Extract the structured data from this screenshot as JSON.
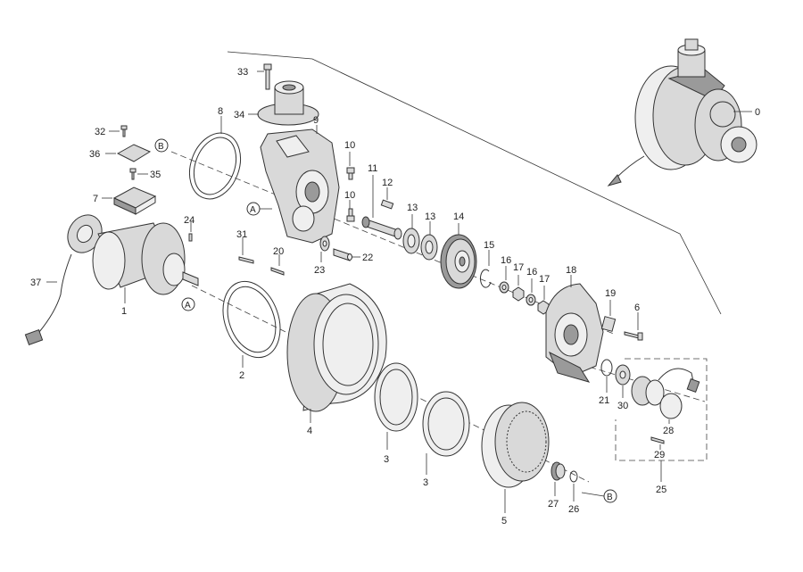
{
  "diagram": {
    "parts": [
      {
        "id": "p0",
        "label": "0"
      },
      {
        "id": "p1",
        "label": "1"
      },
      {
        "id": "p2",
        "label": "2"
      },
      {
        "id": "p3a",
        "label": "3"
      },
      {
        "id": "p3b",
        "label": "3"
      },
      {
        "id": "p4",
        "label": "4"
      },
      {
        "id": "p5",
        "label": "5"
      },
      {
        "id": "p6",
        "label": "6"
      },
      {
        "id": "p7",
        "label": "7"
      },
      {
        "id": "p8",
        "label": "8"
      },
      {
        "id": "p9",
        "label": "9"
      },
      {
        "id": "p10a",
        "label": "10"
      },
      {
        "id": "p10b",
        "label": "10"
      },
      {
        "id": "p11",
        "label": "11"
      },
      {
        "id": "p12",
        "label": "12"
      },
      {
        "id": "p13a",
        "label": "13"
      },
      {
        "id": "p13b",
        "label": "13"
      },
      {
        "id": "p14",
        "label": "14"
      },
      {
        "id": "p15",
        "label": "15"
      },
      {
        "id": "p16a",
        "label": "16"
      },
      {
        "id": "p16b",
        "label": "16"
      },
      {
        "id": "p17a",
        "label": "17"
      },
      {
        "id": "p17b",
        "label": "17"
      },
      {
        "id": "p18",
        "label": "18"
      },
      {
        "id": "p19",
        "label": "19"
      },
      {
        "id": "p20",
        "label": "20"
      },
      {
        "id": "p21",
        "label": "21"
      },
      {
        "id": "p22",
        "label": "22"
      },
      {
        "id": "p23",
        "label": "23"
      },
      {
        "id": "p24",
        "label": "24"
      },
      {
        "id": "p25",
        "label": "25"
      },
      {
        "id": "p26",
        "label": "26"
      },
      {
        "id": "p27",
        "label": "27"
      },
      {
        "id": "p28",
        "label": "28"
      },
      {
        "id": "p29",
        "label": "29"
      },
      {
        "id": "p30",
        "label": "30"
      },
      {
        "id": "p31",
        "label": "31"
      },
      {
        "id": "p32",
        "label": "32"
      },
      {
        "id": "p33",
        "label": "33"
      },
      {
        "id": "p34",
        "label": "34"
      },
      {
        "id": "p35",
        "label": "35"
      },
      {
        "id": "p36",
        "label": "36"
      },
      {
        "id": "p37",
        "label": "37"
      }
    ],
    "reference_marks": [
      {
        "id": "markA1",
        "label": "A"
      },
      {
        "id": "markA2",
        "label": "A"
      },
      {
        "id": "markB1",
        "label": "B"
      },
      {
        "id": "markB2",
        "label": "B"
      }
    ]
  }
}
